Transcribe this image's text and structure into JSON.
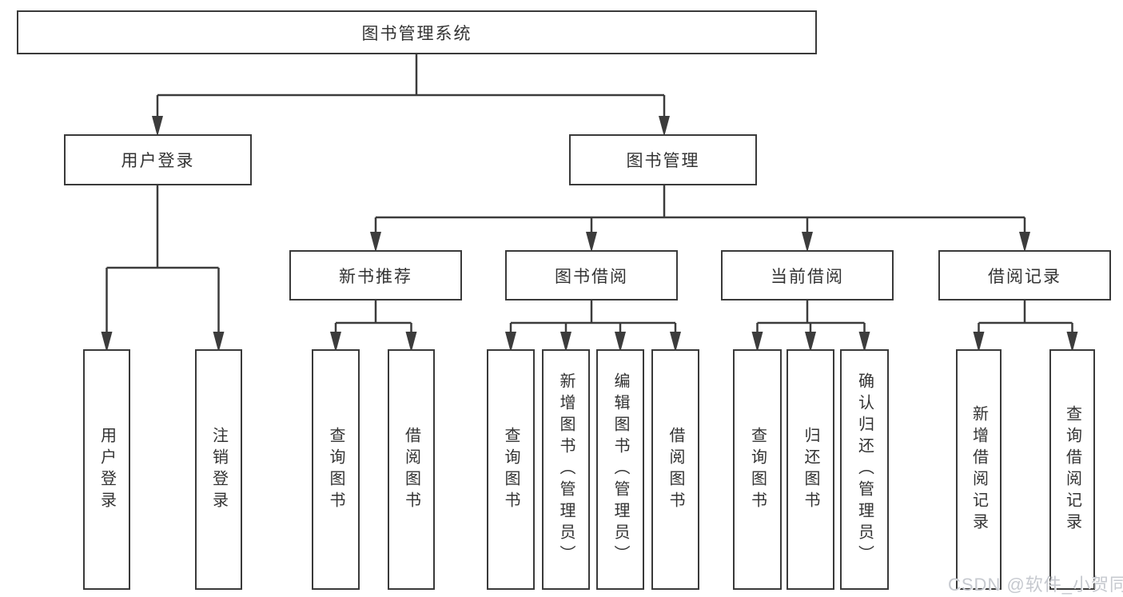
{
  "diagram": {
    "type": "hierarchy-tree",
    "colors": {
      "background": "#ffffff",
      "box_border": "#3a3a3a",
      "connector": "#3c3c3c",
      "text": "#333333",
      "watermark": "#c6c9cf"
    },
    "tree": {
      "root": "图书管理系统",
      "branches": [
        {
          "label": "用户登录",
          "children": [
            "用户登录",
            "注销登录"
          ]
        },
        {
          "label": "图书管理",
          "groups": [
            {
              "label": "新书推荐",
              "children": [
                "查询图书",
                "借阅图书"
              ]
            },
            {
              "label": "图书借阅",
              "children": [
                "查询图书",
                "新增图书（管理员）",
                "编辑图书（管理员）",
                "借阅图书"
              ]
            },
            {
              "label": "当前借阅",
              "children": [
                "查询图书",
                "归还图书",
                "确认归还（管理员）"
              ]
            },
            {
              "label": "借阅记录",
              "children": [
                "新增借阅记录",
                "查询借阅记录"
              ]
            }
          ]
        }
      ]
    },
    "watermark": "CSDN @软件_小贺同学"
  }
}
